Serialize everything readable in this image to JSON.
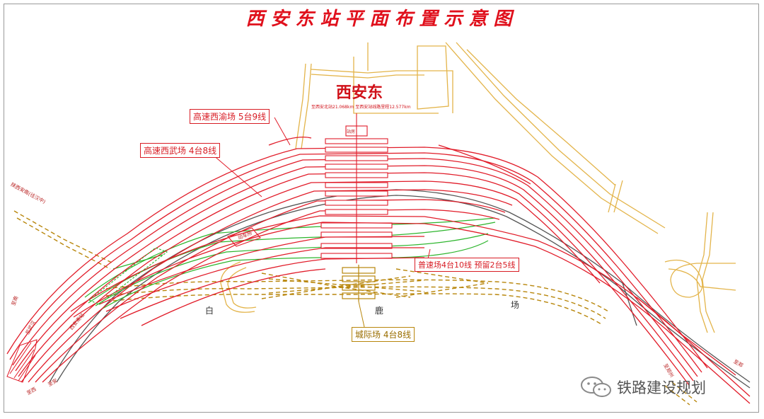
{
  "title": "西安东站平面布置示意图",
  "station": {
    "name": "西安东",
    "sub_left": "至西安北站21.068km",
    "sub_right": "至西安站线路里程12.577km"
  },
  "labels": {
    "xiyu_yard": "高速西渝场 5台9线",
    "xiwu_yard": "高速西武场 4台8线",
    "regular_yard": "普速场4台10线 预留2台5线",
    "intercity_yard": "城际场 4台8线"
  },
  "places": {
    "bai": "白",
    "lu": "鹿",
    "chang": "场"
  },
  "small_labels": {
    "top_left_line": "陕西安南(往汉中)",
    "station_building": "站房",
    "depot": "动车所",
    "left_vertical_1": "至南",
    "left_vertical_2": "至武汉",
    "left_vertical_3": "西安南站",
    "bottom_left_1": "至西",
    "bottom_left_2": "至安",
    "bottom_right": "至郑",
    "bottom_right_2": "至郑州"
  },
  "watermark": "铁路建设规划",
  "colors": {
    "high_speed": "#e11d2a",
    "regular": "#2db52d",
    "intercity": "#b8860b",
    "existing": "#555555",
    "road": "#e3b44a"
  }
}
